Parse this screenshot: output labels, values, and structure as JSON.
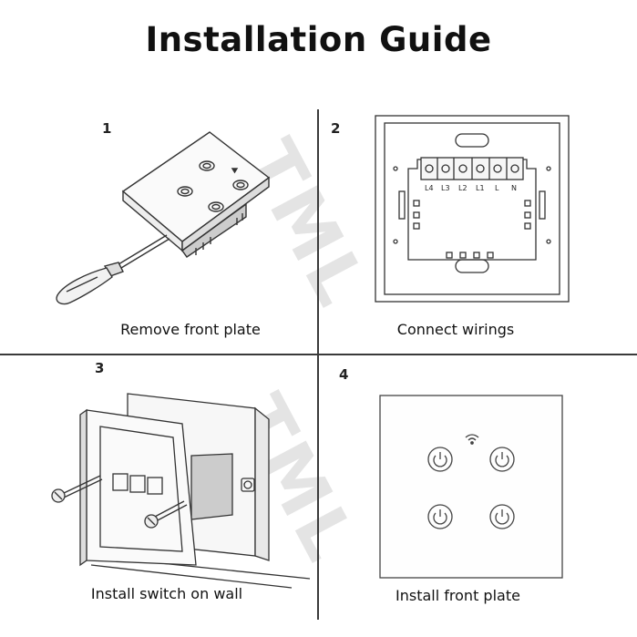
{
  "title": "Installation Guide",
  "watermark": "TML",
  "steps": [
    {
      "number": "1",
      "caption": "Remove front plate"
    },
    {
      "number": "2",
      "caption": "Connect wirings"
    },
    {
      "number": "3",
      "caption": "Install switch on wall"
    },
    {
      "number": "4",
      "caption": "Install front plate"
    }
  ],
  "terminal_labels": [
    "L4",
    "L3",
    "L2",
    "L1",
    "L",
    "N"
  ],
  "colors": {
    "line": "#3a3a3a",
    "text": "#111111",
    "watermark": "#e4e4e4"
  }
}
